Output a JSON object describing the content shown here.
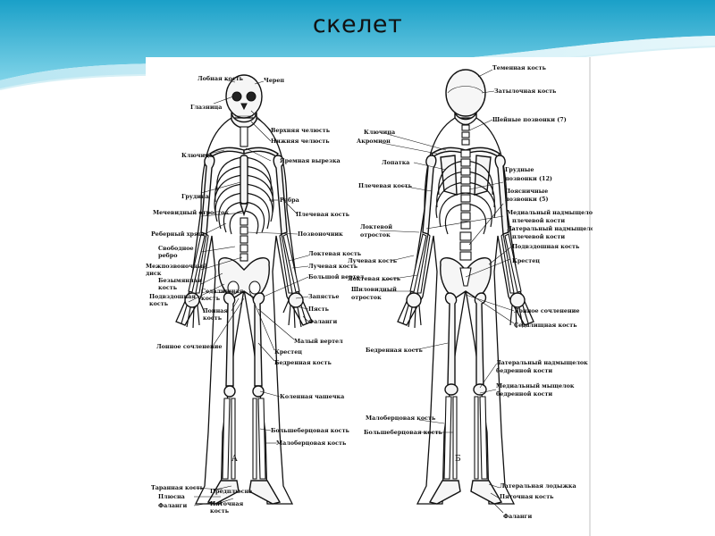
{
  "slide": {
    "title": "скелет"
  },
  "figure": {
    "panel_a_letter": "А",
    "panel_b_letter": "Б",
    "labels_a": [
      "Лобная кость",
      "Череп",
      "Глазница",
      "Верхняя челюсть",
      "Нижняя челюсть",
      "Ключица",
      "Яремная вырезка",
      "Грудина",
      "Ребра",
      "Мечевидный отросток",
      "Плечевая кость",
      "Реберный хрящ",
      "Позвоночник",
      "Свободное",
      "ребро",
      "Межпозвоночный",
      "диск",
      "Локтевая кость",
      "Безымянная",
      "кость",
      "Лучевая кость",
      "Большой вертел",
      "Подвздошная",
      "кость",
      "Седалищная",
      "кость",
      "Запястье",
      "Лонная",
      "кость",
      "Пясть",
      "Фаланги",
      "Лонное сочленение",
      "Малый вертел",
      "Крестец",
      "Бедренная кость",
      "Коленная чашечка",
      "Большеберцовая кость",
      "Малоберцовая кость",
      "Таранная кость",
      "Плюсна",
      "Фаланги",
      "Предплюсна",
      "Пяточная",
      "кость"
    ],
    "labels_b": [
      "Теменная кость",
      "Затылочная кость",
      "Шейные позвонки (7)",
      "Ключица",
      "Акромион",
      "Лопатка",
      "Грудные",
      "позвонки (12)",
      "Поясничные",
      "позвонки (5)",
      "Плечевая кость",
      "Медиальный надмыщелок",
      "плечевой кости",
      "Латеральный надмыщелок",
      "плечевой кости",
      "Локтевой",
      "отросток",
      "Подвздошная кость",
      "Крестец",
      "Лучевая кость",
      "Локтевая кость",
      "Шиловидный",
      "отросток",
      "Лонное сочленение",
      "Седалищная кость",
      "Бедренная кость",
      "Латеральный надмыщелок",
      "бедренной кости",
      "Медиальный мыщелок",
      "бедренной кости",
      "Малоберцовая кость",
      "Большеберцовая кость",
      "Латеральная лодыжка",
      "Пяточная кость",
      "Фаланги"
    ]
  }
}
